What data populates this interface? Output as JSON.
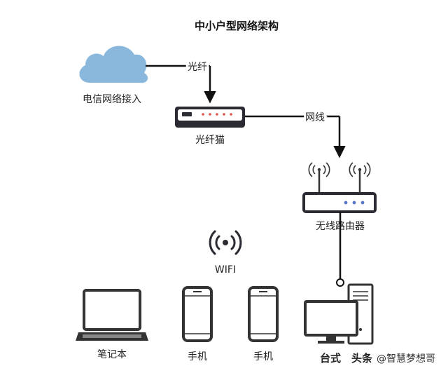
{
  "title": "中小户型网络架构",
  "nodes": {
    "cloud": {
      "label": "电信网络接入"
    },
    "modem": {
      "label": "光纤猫"
    },
    "router": {
      "label": "无线路由器"
    },
    "wifi": {
      "label": "WIFI"
    },
    "laptop": {
      "label": "笔记本"
    },
    "phone1": {
      "label": "手机"
    },
    "phone2": {
      "label": "手机"
    },
    "desktop": {
      "label": "台式"
    }
  },
  "edges": {
    "fiber": {
      "label": "光纤"
    },
    "cable": {
      "label": "网线"
    }
  },
  "watermark": {
    "brand": "头条",
    "handle": "@智慧梦想哥"
  },
  "colors": {
    "cloud": "#8ab8dd",
    "device_stroke": "#333333",
    "modem_body": "#2b2b33",
    "modem_light": "#e0504a",
    "router_light": "#5a78c8"
  },
  "icons": {
    "cloud": "cloud-icon",
    "modem": "modem-icon",
    "router": "router-icon",
    "wifi": "wifi-icon",
    "laptop": "laptop-icon",
    "phone": "phone-icon",
    "desktop": "desktop-icon"
  }
}
